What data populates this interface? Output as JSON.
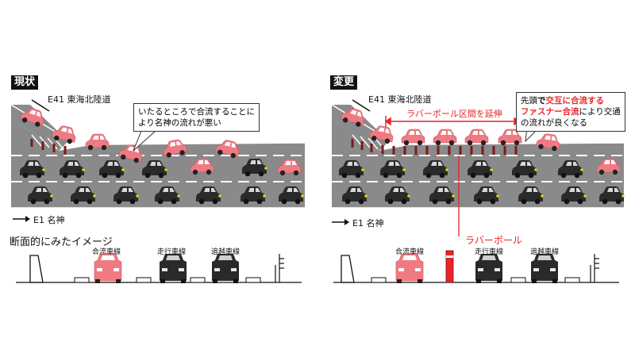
{
  "colors": {
    "road": "#8a8a8a",
    "red_car": "#f07a82",
    "red_pole": "#e8242a",
    "black_car": "#2a2a2a",
    "accent": "#e8242a"
  },
  "left": {
    "tag": "現状",
    "highway_label": "E41 東海北陸道",
    "callout_lines": [
      "いたるところで合流することに",
      "より名神の流れが悪い"
    ],
    "direction_label": "E1 名神",
    "cross_section_title": "断面的にみたイメージ",
    "lane_labels": [
      "合流車線",
      "走行車線",
      "追越車線"
    ]
  },
  "right": {
    "tag": "変更",
    "highway_label": "E41 東海北陸道",
    "extension_label": "ラバーポール区間を延伸",
    "callout": {
      "line1_prefix": "先頭",
      "line1_mid": "で",
      "line1_highlight": "交互に合流する",
      "line2_highlight": "ファスナー合流",
      "line2_suffix": "により交通",
      "line3": "の流れが良くなる"
    },
    "direction_label": "E1 名神",
    "pole_label": "ラバーポール",
    "lane_labels": [
      "合流車線",
      "走行車線",
      "追越車線"
    ]
  }
}
